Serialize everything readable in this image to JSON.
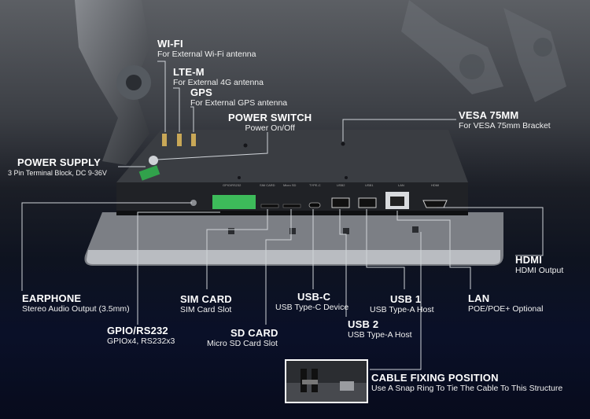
{
  "callouts": {
    "wifi": {
      "title": "WI-FI",
      "sub": "For External Wi-Fi antenna"
    },
    "lte": {
      "title": "LTE-M",
      "sub": "For External 4G antenna"
    },
    "gps": {
      "title": "GPS",
      "sub": "For External GPS antenna"
    },
    "power_switch": {
      "title": "POWER SWITCH",
      "sub": "Power On/Off"
    },
    "vesa": {
      "title": "VESA 75MM",
      "sub": "For VESA 75mm Bracket"
    },
    "power_supply": {
      "title": "POWER SUPPLY",
      "sub": "3 Pin Terminal Block, DC 9-36V"
    },
    "hdmi": {
      "title": "HDMI",
      "sub": "HDMI Output"
    },
    "earphone": {
      "title": "EARPHONE",
      "sub": "Stereo Audio Output (3.5mm)"
    },
    "sim": {
      "title": "SIM CARD",
      "sub": "SIM Card Slot"
    },
    "usbc": {
      "title": "USB-C",
      "sub": "USB Type-C Device"
    },
    "usb1": {
      "title": "USB 1",
      "sub": "USB Type-A Host"
    },
    "lan": {
      "title": "LAN",
      "sub": "POE/POE+ Optional"
    },
    "gpio": {
      "title": "GPIO/RS232",
      "sub": "GPIOx4, RS232x3"
    },
    "sd": {
      "title": "SD CARD",
      "sub": "Micro SD Card Slot"
    },
    "usb2": {
      "title": "USB 2",
      "sub": "USB Type-A Host"
    },
    "cable": {
      "title": "CABLE FIXING POSITION",
      "sub": "Use A Snap Ring To Tie The Cable To This Structure"
    }
  },
  "port_labels": [
    "GPIO/RS232",
    "SIM CARD",
    "Micro SD",
    "TYPE-C",
    "USB2",
    "USB1",
    "LAN",
    "HDMI"
  ]
}
